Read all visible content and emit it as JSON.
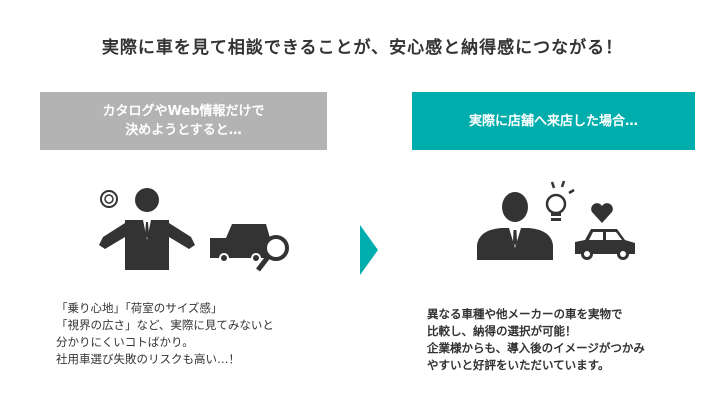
{
  "title": "実際に車を見て相談できることが、安心感と納得感につながる！",
  "left": {
    "header": "カタログやWeb情報だけで\n決めようとすると…",
    "body": "「乗り心地」「荷室のサイズ感」\n「視界の広さ」など、実際に見てみないと\n分かりにくいコトばかり。\n社用車選び失敗のリスクも高い…！"
  },
  "right": {
    "header": "実際に店舗へ来店した場合…",
    "body": "異なる車種や他メーカーの車を実物で\n比較し、納得の選択が可能！\n企業様からも、導入後のイメージがつかみ\nやすいと好評をいただいています。"
  },
  "colors": {
    "gray": "#b3b3b3",
    "teal": "#00adad",
    "icon": "#333333"
  }
}
